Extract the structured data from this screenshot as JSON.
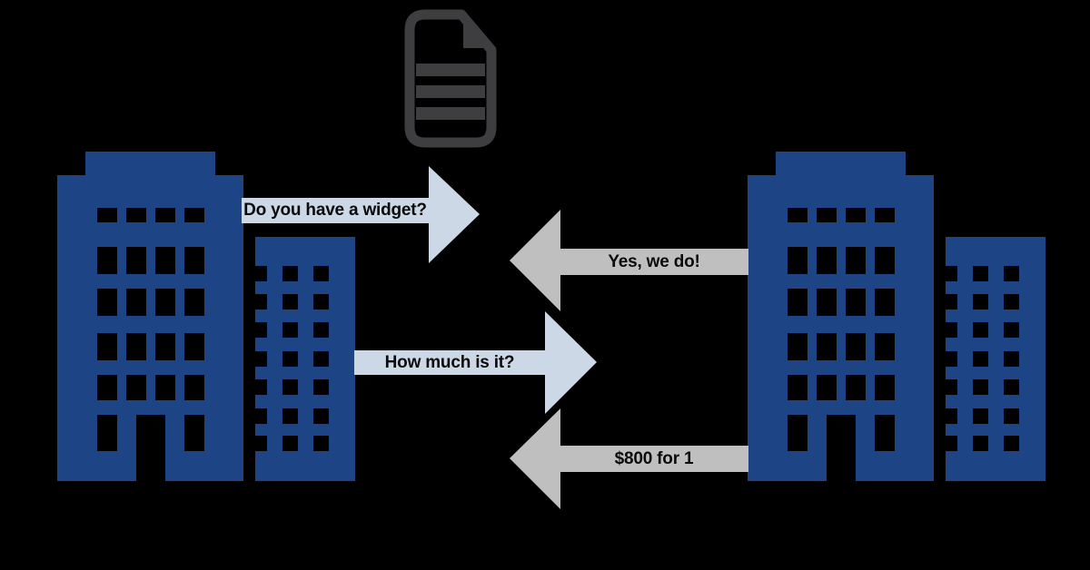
{
  "colors": {
    "background": "#000000",
    "building_blue": "#1d4484",
    "arrow_light_blue": "#ccd8e6",
    "arrow_gray": "#bfbfbf",
    "doc_gray": "#3e3e40",
    "label_text": "#0b0b0b"
  },
  "icons": {
    "document": "document-icon",
    "left_buildings": "office-buildings-icon",
    "right_buildings": "office-buildings-icon"
  },
  "messages": [
    {
      "label": "Do you have a widget?",
      "direction": "right"
    },
    {
      "label": "Yes, we do!",
      "direction": "left"
    },
    {
      "label": "How much is it?",
      "direction": "right"
    },
    {
      "label": "$800 for 1",
      "direction": "left"
    }
  ]
}
